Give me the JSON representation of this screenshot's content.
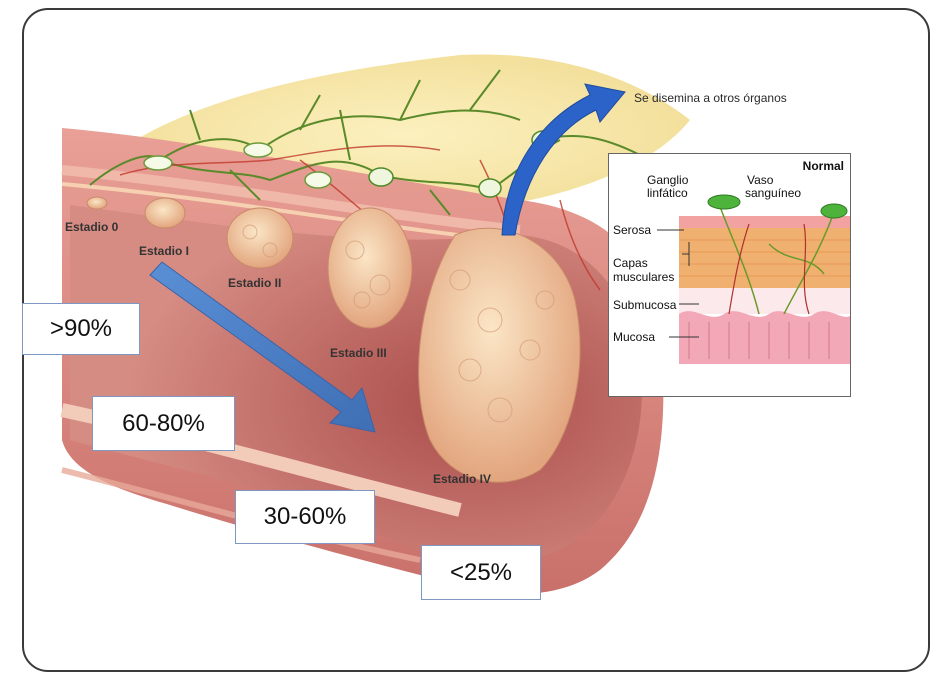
{
  "spread_label": "Se disemina a otros órganos",
  "stages": [
    "Estadio 0",
    "Estadio I",
    "Estadio II",
    "Estadio III",
    "Estadio IV"
  ],
  "inset": {
    "title": "Normal",
    "ganglio": [
      "Ganglio",
      "linfático"
    ],
    "vaso": [
      "Vaso",
      "sanguíneo"
    ],
    "layers": [
      "Serosa",
      "Capas",
      "musculares",
      "Submucosa",
      "Mucosa"
    ]
  },
  "survival": [
    ">90%",
    "60-80%",
    "30-60%",
    "<25%"
  ],
  "colors": {
    "colon_wall": "#d98a80",
    "lumen": "#c86a62",
    "fat": "#f3e3a0",
    "lymph_vessels": "#5a8a2a",
    "tumor": "#f0c8a0",
    "arrow_blue": "#4f7fc0",
    "spread_arrow": "#2b63c8"
  }
}
